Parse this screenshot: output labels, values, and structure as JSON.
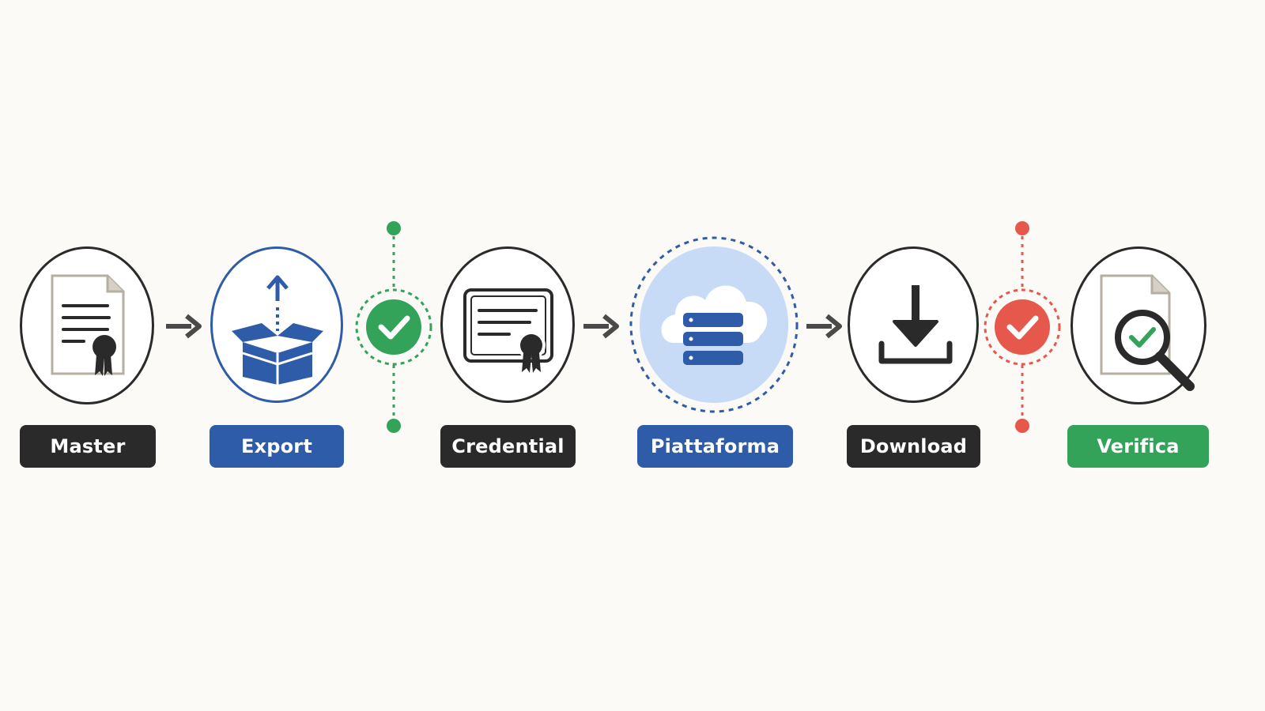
{
  "steps": [
    {
      "id": "master",
      "label": "Master",
      "icon": "certificate-document-icon"
    },
    {
      "id": "export",
      "label": "Export",
      "icon": "package-export-icon"
    },
    {
      "id": "credential",
      "label": "Credential",
      "icon": "credential-certificate-icon"
    },
    {
      "id": "piattaforma",
      "label": "Piattaforma",
      "icon": "cloud-server-icon"
    },
    {
      "id": "download",
      "label": "Download",
      "icon": "download-icon"
    },
    {
      "id": "verifica",
      "label": "Verifica",
      "icon": "document-search-check-icon"
    }
  ],
  "checkpoints": [
    {
      "id": "export-check",
      "status": "success",
      "color": "#34a35a"
    },
    {
      "id": "download-check",
      "status": "error",
      "color": "#e5584b"
    }
  ],
  "colors": {
    "background": "#fbfaf6",
    "dark": "#2a2a2a",
    "blue": "#2f5ca8",
    "green": "#34a35a",
    "red": "#e5584b",
    "light_blue": "#c7dbf6",
    "arrow": "#4a4a4a"
  }
}
